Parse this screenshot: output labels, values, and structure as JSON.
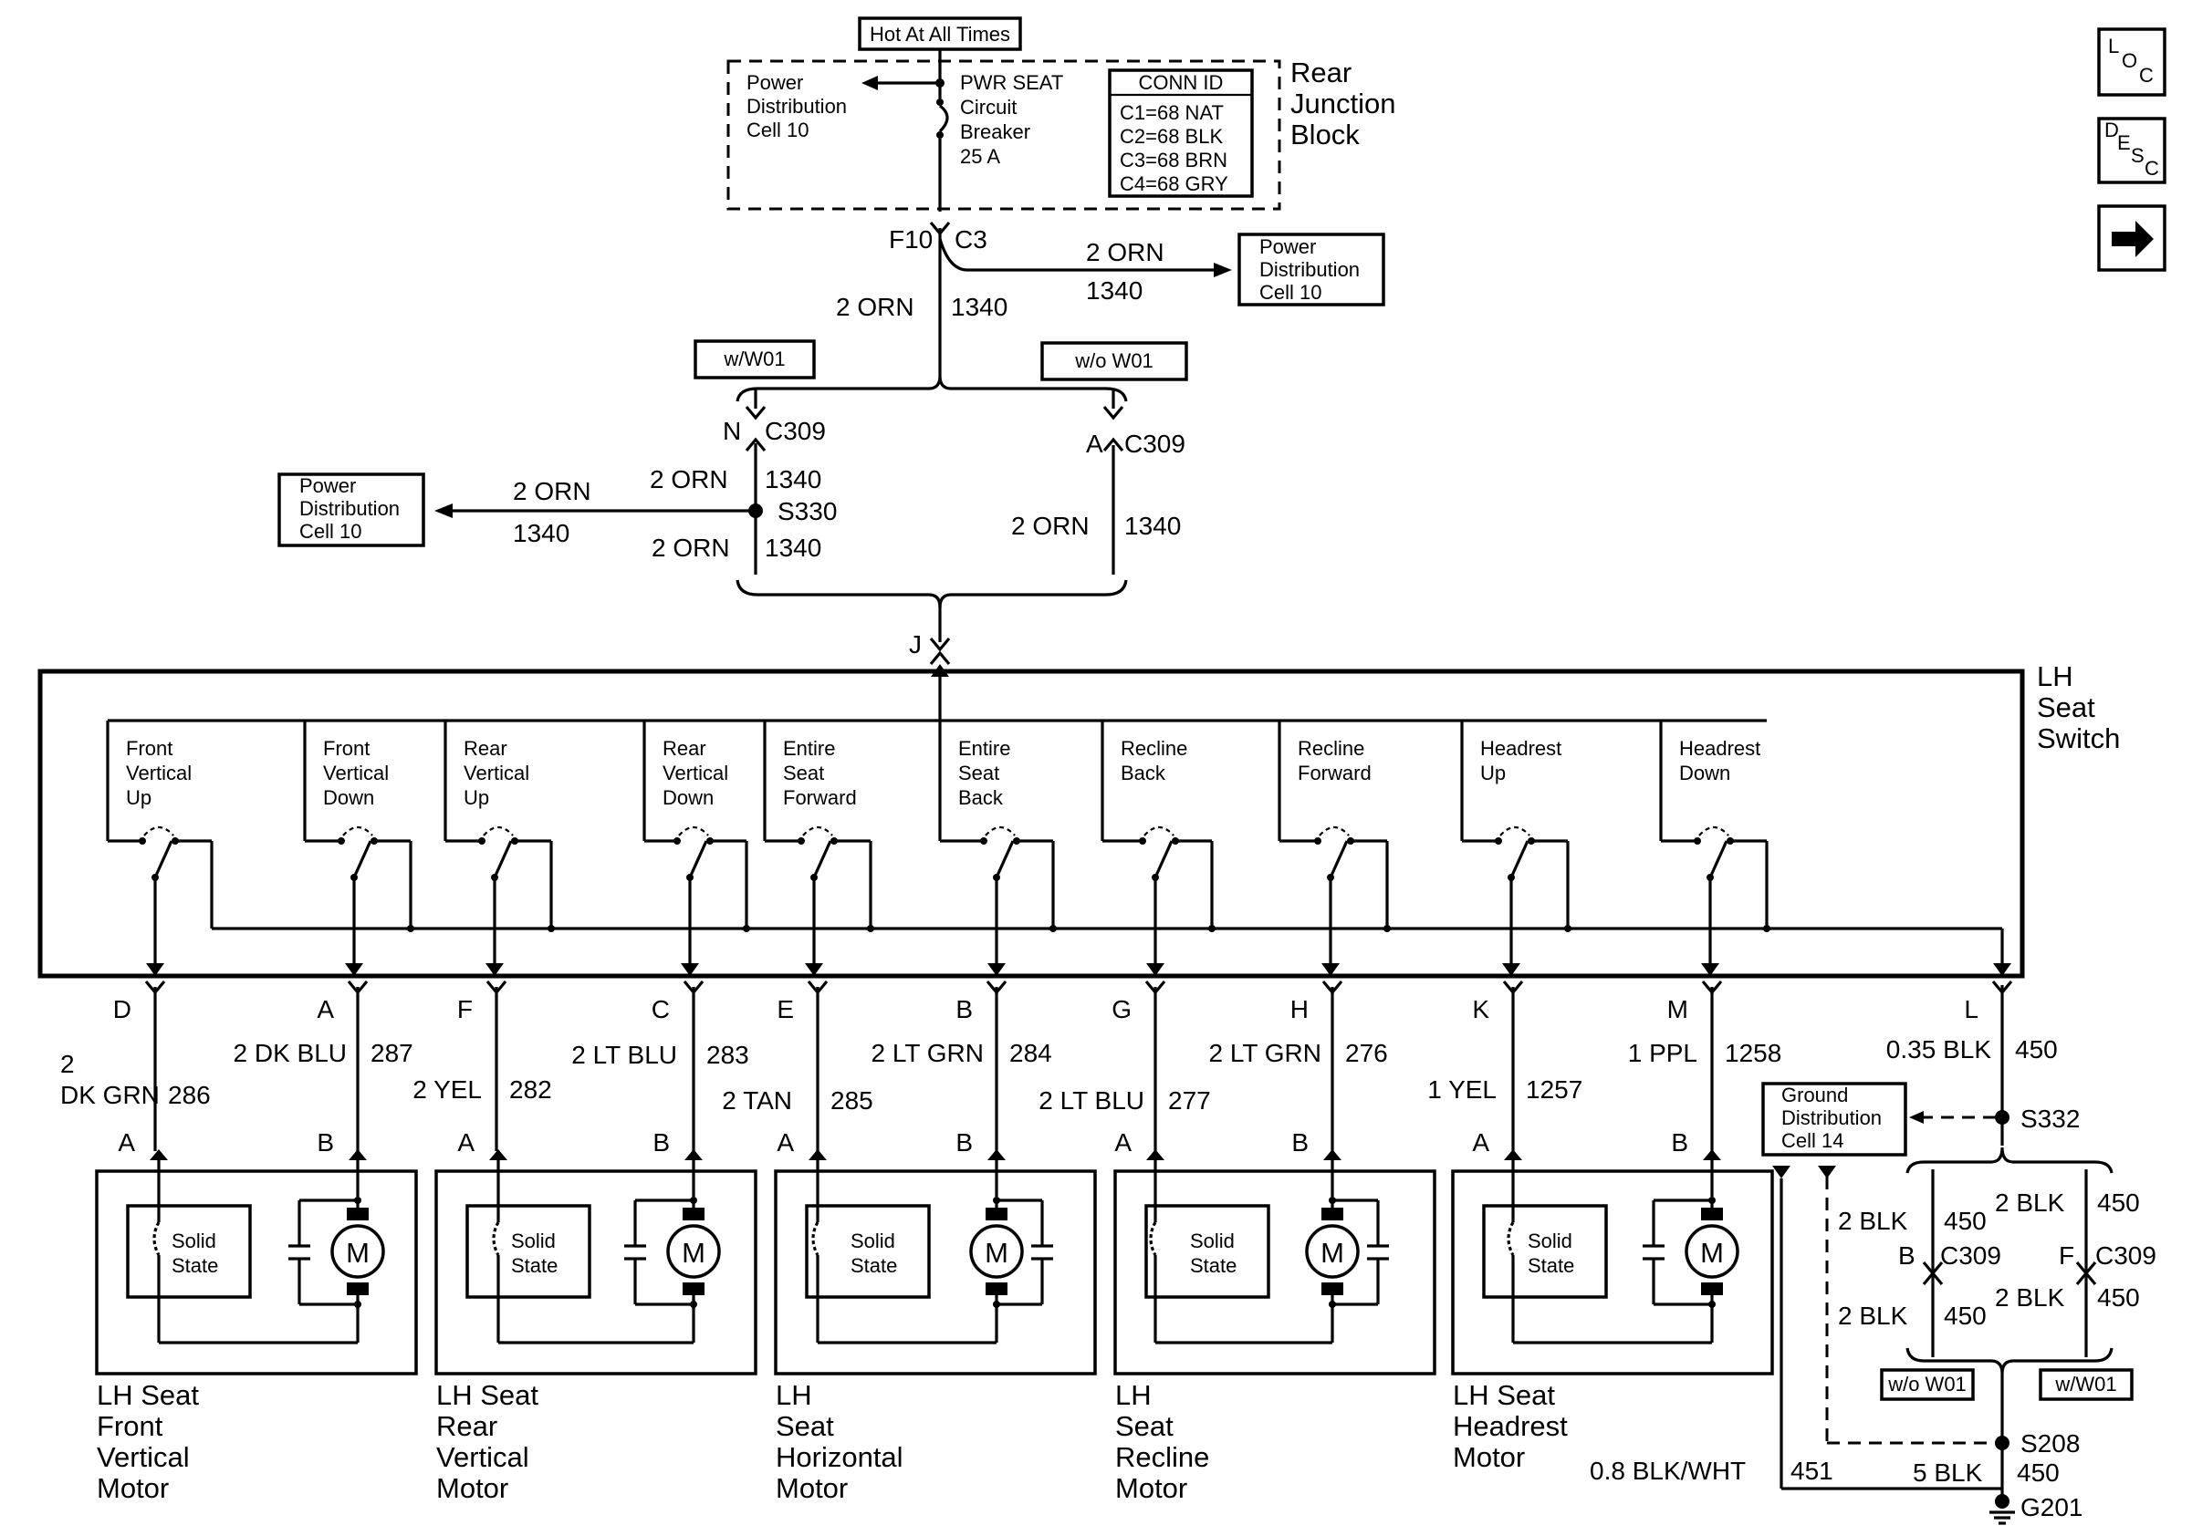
{
  "header": {
    "hot_at_all_times": "Hot At All Times"
  },
  "rear_junction_block": {
    "name": "Rear\nJunction\nBlock",
    "power_distribution": "Power\nDistribution\nCell 10",
    "breaker": "PWR SEAT\nCircuit\nBreaker\n25 A",
    "conn_id": {
      "title": "CONN ID",
      "rows": [
        "C1=68 NAT",
        "C2=68 BLK",
        "C3=68 BRN",
        "C4=68 GRY"
      ]
    },
    "out_pin": "F10",
    "out_conn": "C3"
  },
  "power_dist_top": "Power\nDistribution\nCell 10",
  "power_dist_left": "Power\nDistribution\nCell 10",
  "labels": {
    "orn": "2 ORN",
    "ckt_1340": "1340",
    "w_w01": "w/W01",
    "wo_w01": "w/o W01",
    "pin_n": "N",
    "pin_a": "A",
    "c309": "C309",
    "s330": "S330",
    "pin_j": "J"
  },
  "seat_switch": {
    "name": "LH\nSeat\nSwitch",
    "switches": [
      "Front\nVertical\nUp",
      "Front\nVertical\nDown",
      "Rear\nVertical\nUp",
      "Rear\nVertical\nDown",
      "Entire\nSeat\nForward",
      "Entire\nSeat\nBack",
      "Recline\nBack",
      "Recline\nForward",
      "Headrest\nUp",
      "Headrest\nDown"
    ]
  },
  "wires": [
    {
      "pin": "D",
      "color": "2\nDK GRN",
      "circuit": "286"
    },
    {
      "pin": "A",
      "color": "2 DK BLU",
      "circuit": "287"
    },
    {
      "pin": "F",
      "color": "2 YEL",
      "circuit": "282"
    },
    {
      "pin": "C",
      "color": "2 LT BLU",
      "circuit": "283"
    },
    {
      "pin": "E",
      "color": "2 TAN",
      "circuit": "285"
    },
    {
      "pin": "B",
      "color": "2 LT GRN",
      "circuit": "284"
    },
    {
      "pin": "G",
      "color": "2 LT BLU",
      "circuit": "277"
    },
    {
      "pin": "H",
      "color": "2 LT GRN",
      "circuit": "276"
    },
    {
      "pin": "K",
      "color": "1 YEL",
      "circuit": "1257"
    },
    {
      "pin": "M",
      "color": "1 PPL",
      "circuit": "1258"
    },
    {
      "pin": "L",
      "color": "0.35 BLK",
      "circuit": "450"
    }
  ],
  "motor_pins": {
    "a": "A",
    "b": "B"
  },
  "motors": [
    {
      "name": "LH Seat\nFront\nVertical\nMotor"
    },
    {
      "name": "LH Seat\nRear\nVertical\nMotor"
    },
    {
      "name": "LH\nSeat\nHorizontal\nMotor"
    },
    {
      "name": "LH\nSeat\nRecline\nMotor"
    },
    {
      "name": "LH Seat\nHeadrest\nMotor"
    }
  ],
  "solid_state": "Solid\nState",
  "motor_symbol": "M",
  "ground": {
    "ground_distribution": "Ground\nDistribution\nCell 14",
    "s332": "S332",
    "blk": "2 BLK",
    "ckt_450": "450",
    "pin_b": "B",
    "pin_f": "F",
    "c309": "C309",
    "wo_w01": "w/o W01",
    "w_w01": "w/W01",
    "s208": "S208",
    "blk_wht": "0.8 BLK/WHT",
    "ckt_451": "451",
    "blk5": "5 BLK",
    "g201": "G201"
  },
  "nav": {
    "loc": "LOC",
    "desc": "DESC",
    "next_icon": "arrow-right-icon"
  }
}
